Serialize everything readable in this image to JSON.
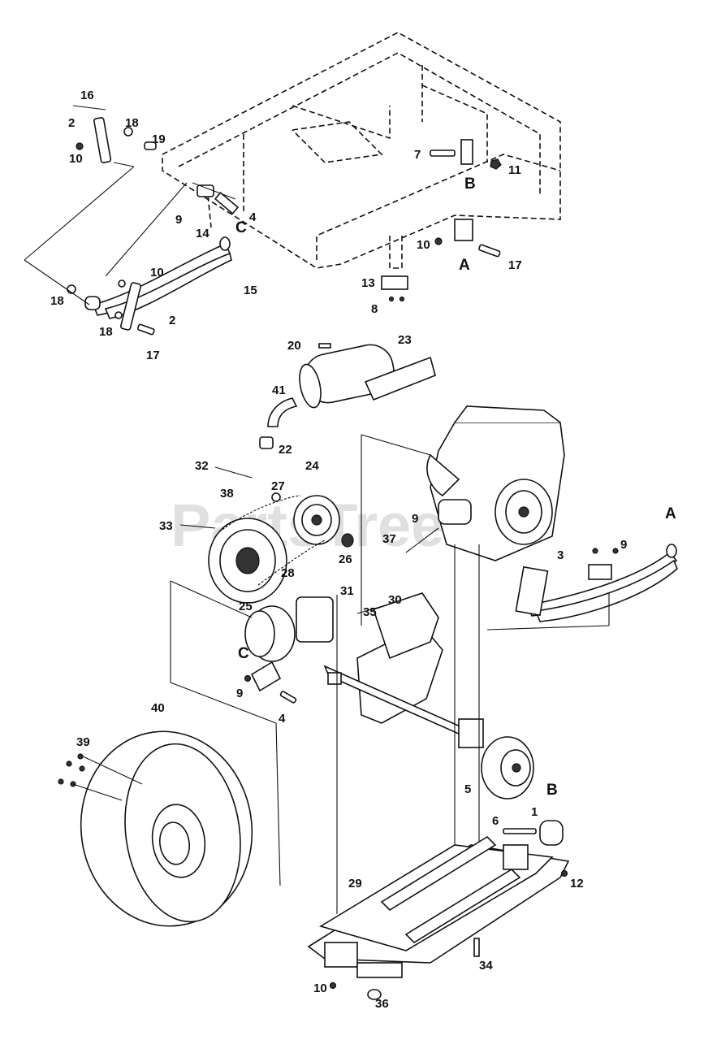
{
  "watermark": "PartsTree",
  "callouts": {
    "c16": "16",
    "c2a": "2",
    "c18a": "18",
    "c19": "19",
    "c10a": "10",
    "c7": "7",
    "cB1": "B",
    "c11": "11",
    "c9a": "9",
    "c4a": "4",
    "c14": "14",
    "cC1": "C",
    "c10b": "10",
    "cA1": "A",
    "c17a": "17",
    "c10c": "10",
    "c15": "15",
    "c18b": "18",
    "c2b": "2",
    "c18c": "18",
    "c17b": "17",
    "c13": "13",
    "c8": "8",
    "c20": "20",
    "c23": "23",
    "c41": "41",
    "c22": "22",
    "c32": "32",
    "c24": "24",
    "c27": "27",
    "c38": "38",
    "c33": "33",
    "c9b": "9",
    "c37": "37",
    "cA2": "A",
    "c3": "3",
    "c9c": "9",
    "c26": "26",
    "c28": "28",
    "c25": "25",
    "c31": "31",
    "c35": "35",
    "c30": "30",
    "cC2": "C",
    "c9d": "9",
    "c4b": "4",
    "c40": "40",
    "c39": "39",
    "c5": "5",
    "cB2": "B",
    "c1": "1",
    "c6": "6",
    "c12": "12",
    "c29": "29",
    "c34": "34",
    "c10d": "10",
    "c36": "36"
  }
}
